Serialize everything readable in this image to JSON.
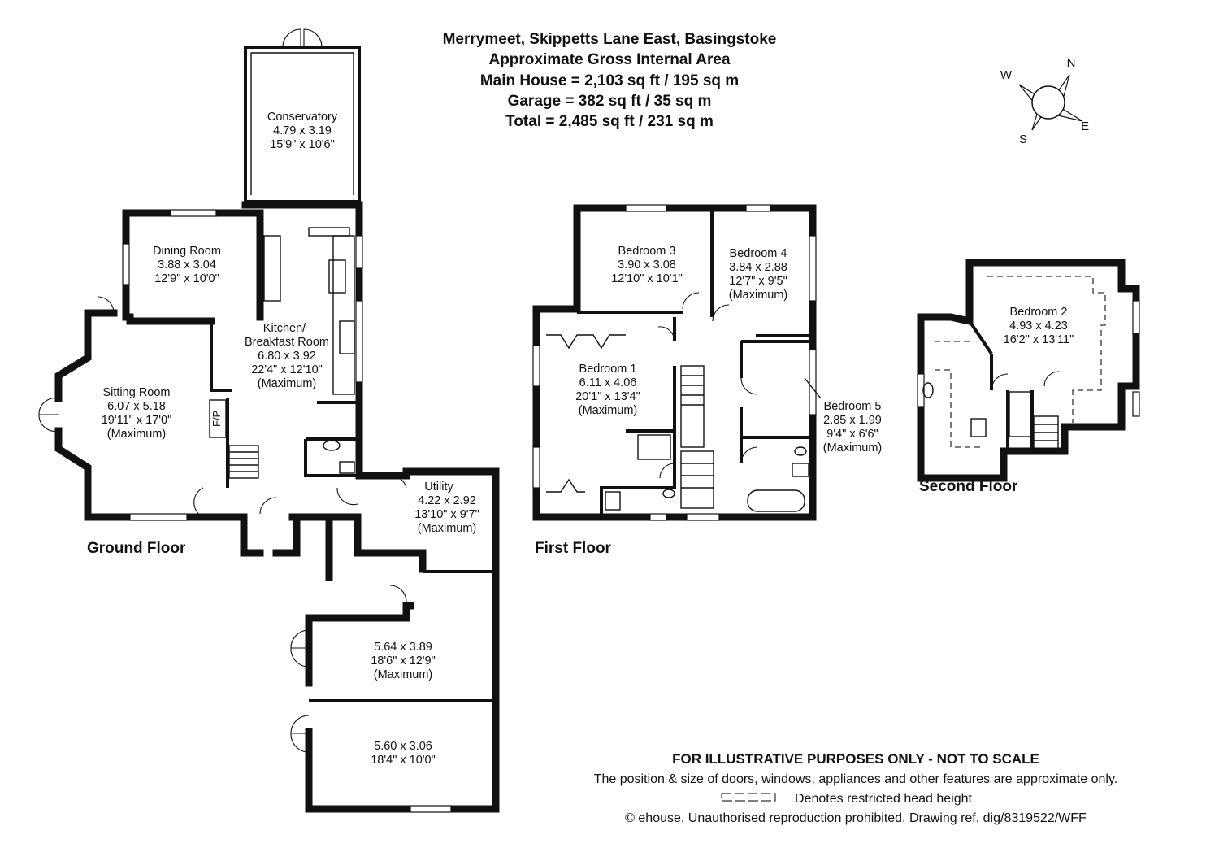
{
  "header": {
    "title": "Merrymeet, Skippetts Lane East, Basingstoke",
    "subtitle": "Approximate Gross Internal Area",
    "main_house": "Main House = 2,103 sq ft / 195 sq m",
    "garage": "Garage = 382 sq ft / 35 sq m",
    "total": "Total = 2,485 sq ft / 231 sq m"
  },
  "compass": {
    "n": "N",
    "e": "E",
    "s": "S",
    "w": "W"
  },
  "floors": {
    "ground": "Ground Floor",
    "first": "First Floor",
    "second": "Second Floor"
  },
  "rooms": {
    "conservatory": {
      "name": "Conservatory",
      "metric": "4.79 x 3.19",
      "imperial": "15'9\" x 10'6\""
    },
    "dining": {
      "name": "Dining Room",
      "metric": "3.88 x 3.04",
      "imperial": "12'9\" x 10'0\""
    },
    "kitchen": {
      "name1": "Kitchen/",
      "name2": "Breakfast Room",
      "metric": "6.80 x 3.92",
      "imperial": "22'4\" x 12'10\"",
      "note": "(Maximum)"
    },
    "sitting": {
      "name": "Sitting Room",
      "metric": "6.07 x 5.18",
      "imperial": "19'11\" x 17'0\"",
      "note": "(Maximum)"
    },
    "fp": "F/P",
    "utility": {
      "name": "Utility",
      "metric": "4.22 x 2.92",
      "imperial": "13'10\" x 9'7\"",
      "note": "(Maximum)"
    },
    "garage1": {
      "metric": "5.64 x 3.89",
      "imperial": "18'6\" x 12'9\"",
      "note": "(Maximum)"
    },
    "garage2": {
      "metric": "5.60 x 3.06",
      "imperial": "18'4\" x 10'0\""
    },
    "bedroom1": {
      "name": "Bedroom 1",
      "metric": "6.11 x 4.06",
      "imperial": "20'1\" x 13'4\"",
      "note": "(Maximum)"
    },
    "bedroom2": {
      "name": "Bedroom 2",
      "metric": "4.93 x 4.23",
      "imperial": "16'2\" x 13'11\""
    },
    "bedroom3": {
      "name": "Bedroom 3",
      "metric": "3.90 x 3.08",
      "imperial": "12'10\" x 10'1\""
    },
    "bedroom4": {
      "name": "Bedroom 4",
      "metric": "3.84 x 2.88",
      "imperial": "12'7\" x 9'5\"",
      "note": "(Maximum)"
    },
    "bedroom5": {
      "name": "Bedroom 5",
      "metric": "2.85 x 1.99",
      "imperial": "9'4\" x 6'6\"",
      "note": "(Maximum)"
    }
  },
  "disclaimer": {
    "heading": "FOR ILLUSTRATIVE PURPOSES ONLY - NOT TO SCALE",
    "line1": "The position & size of doors, windows, appliances and other features are approximate only.",
    "line2": "Denotes restricted head height",
    "line3": "© ehouse. Unauthorised reproduction prohibited. Drawing ref. dig/8319522/WFF"
  }
}
